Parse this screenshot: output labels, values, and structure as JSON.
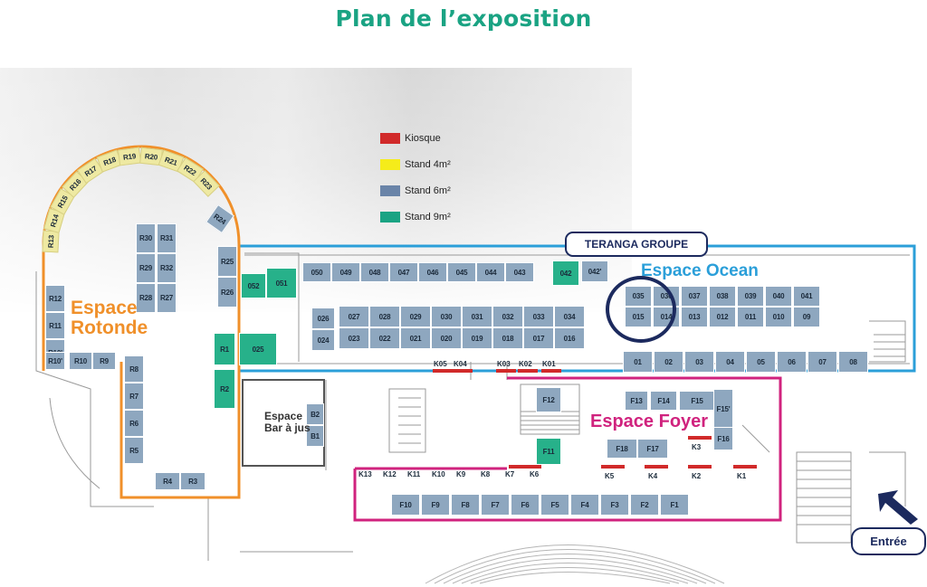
{
  "title": "Plan de l’exposition",
  "colors": {
    "title": "#1aa383",
    "kiosque": "#d12a2a",
    "stand4": "#eee9a2",
    "stand6": "#8ea7bf",
    "stand9": "#27b18a",
    "rotonde": "#f0902a",
    "ocean": "#2b9fd9",
    "foyer": "#d0237e",
    "callout": "#1c2a5e"
  },
  "legend": [
    {
      "label": "Kiosque",
      "color": "#d12a2a"
    },
    {
      "label": "Stand 4m²",
      "color": "#f5ec1a"
    },
    {
      "label": "Stand 6m²",
      "color": "#6a84a8"
    },
    {
      "label": "Stand 9m²",
      "color": "#1aa383"
    }
  ],
  "zones": {
    "rotonde": "Espace\nRotonde",
    "ocean": "Espace Ocean",
    "foyer": "Espace Foyer",
    "bar": "Espace\nBar à jus"
  },
  "callouts": {
    "teranga": "TERANGA GROUPE",
    "entree": "Entrée"
  },
  "booths": {
    "arc": [
      "R13",
      "R14",
      "R15",
      "R16",
      "R17",
      "R18",
      "R19",
      "R20",
      "R21",
      "R22",
      "R23"
    ],
    "rotonde_inner": [
      "R30",
      "R31",
      "R29",
      "R32",
      "R28",
      "R27"
    ],
    "rotonde_left": [
      "R12",
      "R11",
      "R10'"
    ],
    "rotonde_row": [
      "R10",
      "R9"
    ],
    "rotonde_right": [
      "R8",
      "R7",
      "R6",
      "R5"
    ],
    "rotonde_bottom": [
      "R4",
      "R3"
    ],
    "rotonde_column": [
      "R24",
      "R25",
      "R26"
    ],
    "green": [
      "R1",
      "R2",
      "025",
      "052",
      "051",
      "042",
      "F11"
    ],
    "ocean_top": [
      "050",
      "049",
      "048",
      "047",
      "046",
      "045",
      "044",
      "043"
    ],
    "ocean_top_end": "042'",
    "ocean_mid_a": [
      "026",
      "024"
    ],
    "ocean_mid_top": [
      "027",
      "028",
      "029",
      "030",
      "031",
      "032",
      "033",
      "034"
    ],
    "ocean_mid_bottom": [
      "023",
      "022",
      "021",
      "020",
      "019",
      "018",
      "017",
      "016"
    ],
    "ocean_right_top": [
      "035",
      "036",
      "037",
      "038",
      "039",
      "040",
      "041"
    ],
    "ocean_right_bottom": [
      "015",
      "014",
      "013",
      "012",
      "011",
      "010",
      "09"
    ],
    "ocean_bottom": [
      "01",
      "02",
      "03",
      "04",
      "05",
      "06",
      "07",
      "08"
    ],
    "bar": [
      "B2",
      "B1"
    ],
    "foyer_a": [
      "F12",
      "F13",
      "F14",
      "F15",
      "F15'",
      "F16",
      "F17",
      "F18"
    ],
    "foyer_row": [
      "F10",
      "F9",
      "F8",
      "F7",
      "F6",
      "F5",
      "F4",
      "F3",
      "F2",
      "F1"
    ]
  },
  "kiosques": {
    "top": [
      "K05",
      "K04",
      "K03",
      "K02",
      "K01"
    ],
    "row": [
      "K13",
      "K12",
      "K11",
      "K10",
      "K9",
      "K8",
      "K7",
      "K6"
    ],
    "right": [
      "K5",
      "K4",
      "K3",
      "K2",
      "K1"
    ]
  }
}
